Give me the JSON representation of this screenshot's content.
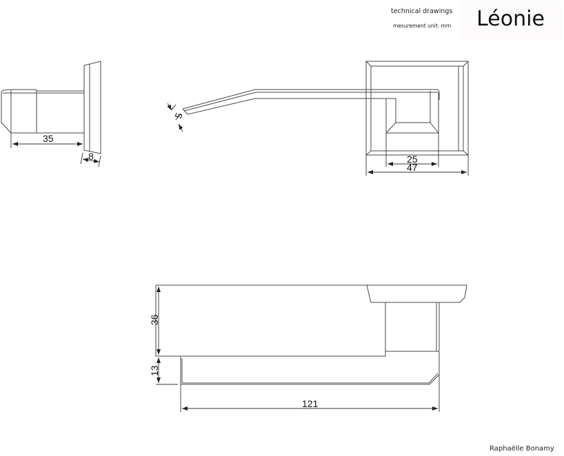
{
  "header": {
    "subtitle": "technical drawings",
    "unit_label": "mesurement unit: mm",
    "product_name": "Léonie"
  },
  "footer": {
    "designer": "Raphaëlle Bonamy"
  },
  "views": {
    "side_view": {
      "dim_length": "35",
      "dim_rose_thickness": "8"
    },
    "top_view": {
      "dim_lever_thickness": "5"
    },
    "front_view": {
      "dim_inner": "25",
      "dim_outer": "47"
    },
    "bottom_view": {
      "dim_height_upper": "36",
      "dim_height_lower": "13",
      "dim_length": "121"
    }
  },
  "colors": {
    "line": "#444444",
    "background": "#ffffff",
    "brand_box": "#fdfbfb"
  }
}
